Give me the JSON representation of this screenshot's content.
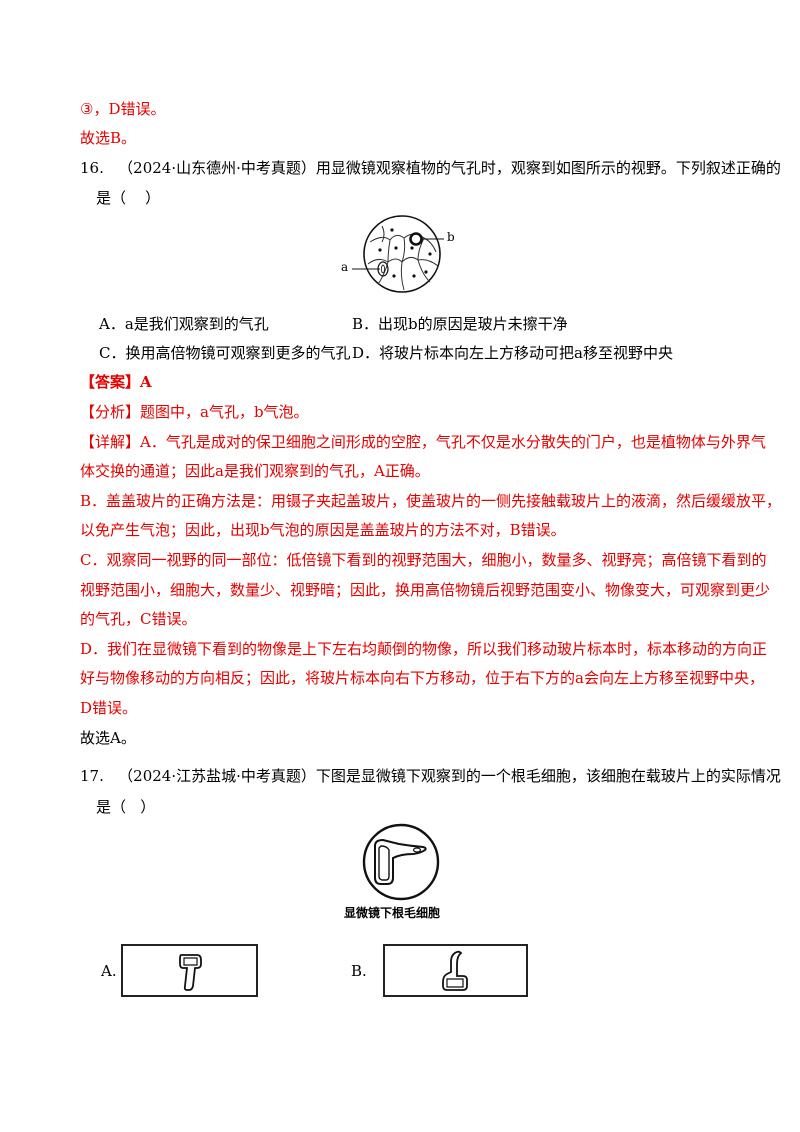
{
  "prev": {
    "line1": "③，D错误。",
    "line2": "故选B。"
  },
  "q16": {
    "stem_line1": "16.   （2024·山东德州·中考真题）用显微镜观察植物的气孔时，观察到如图所示的视野。下列叙述正确的",
    "stem_line2": "是（    ）",
    "figure_label_a": "a",
    "figure_label_b": "b",
    "options": {
      "A": "A．a是我们观察到的气孔",
      "B": "B．出现b的原因是玻片未擦干净",
      "C": "C．换用高倍物镜可观察到更多的气孔",
      "D": "D．将玻片标本向左上方移动可把a移至视野中央"
    },
    "answer": "【答案】A",
    "analysis": "【分析】题图中，a气孔，b气泡。",
    "detail": [
      "【详解】A．气孔是成对的保卫细胞之间形成的空腔，气孔不仅是水分散失的门户，也是植物体与外界气",
      "体交换的通道；因此a是我们观察到的气孔，A正确。",
      "B．盖盖玻片的正确方法是：用镊子夹起盖玻片，使盖玻片的一侧先接触载玻片上的液滴，然后缓缓放平，",
      "以免产生气泡；因此，出现b气泡的原因是盖盖玻片的方法不对，B错误。",
      "C．观察同一视野的同一部位：低倍镜下看到的视野范围大，细胞小，数量多、视野亮；高倍镜下看到的",
      "视野范围小，细胞大，数量少、视野暗；因此，换用高倍物镜后视野范围变小、物像变大，可观察到更少",
      "的气孔，C错误。",
      "D．我们在显微镜下看到的物像是上下左右均颠倒的物像，所以我们移动玻片标本时，标本移动的方向正",
      "好与物像移动的方向相反；因此，将玻片标本向右下方移动，位于右下方的a会向左上方移至视野中央，",
      "D错误。"
    ],
    "conclusion": "故选A。"
  },
  "q17": {
    "stem_line1": "17.   （2024·江苏盐城·中考真题）下图是显微镜下观察到的一个根毛细胞，该细胞在载玻片上的实际情况",
    "stem_line2": "是（   ）",
    "figure_caption": "显微镜下根毛细胞",
    "option_A_label": "A.",
    "option_B_label": "B."
  }
}
